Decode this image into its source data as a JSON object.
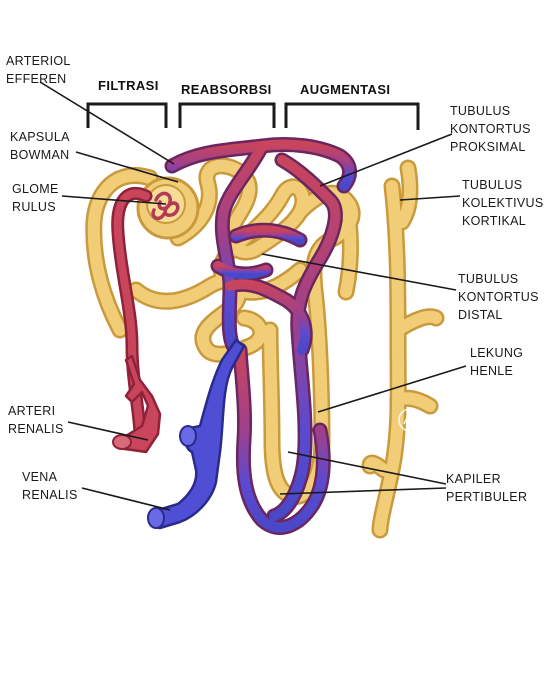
{
  "headers": {
    "filtrasi": "FILTRASI",
    "reabsorbsi": "REABSORBSI",
    "augmentasi": "AUGMENTASI"
  },
  "labels": {
    "arteriol_efferen": [
      "ARTERIOL",
      "EFFEREN"
    ],
    "kapsula_bowman": [
      "KAPSULA",
      "BOWMAN"
    ],
    "glomerulus": [
      "GLOME",
      "RULUS"
    ],
    "arteri_renalis": [
      "ARTERI",
      "RENALIS"
    ],
    "vena_renalis": [
      "VENA",
      "RENALIS"
    ],
    "tubulus_kontortus_proksimal": [
      "TUBULUS",
      "KONTORTUS",
      "PROKSIMAL"
    ],
    "tubulus_kolektivus_kortikal": [
      "TUBULUS",
      "KOLEKTIVUS",
      "KORTIKAL"
    ],
    "tubulus_kontortus_distal": [
      "TUBULUS",
      "KONTORTUS",
      "DISTAL"
    ],
    "lekung_henle": [
      "LEKUNG",
      "HENLE"
    ],
    "kapiler_peritubuler": [
      "KAPILER",
      "PERTIBULER"
    ]
  },
  "colors": {
    "tubule": "#f2cd78",
    "tubule_outline": "#c99a3c",
    "artery": "#c8455c",
    "artery_outline": "#8f2238",
    "vein": "#4f4fd6",
    "vein_outline": "#2a2a8c",
    "leader_line": "#1a1a1a"
  }
}
